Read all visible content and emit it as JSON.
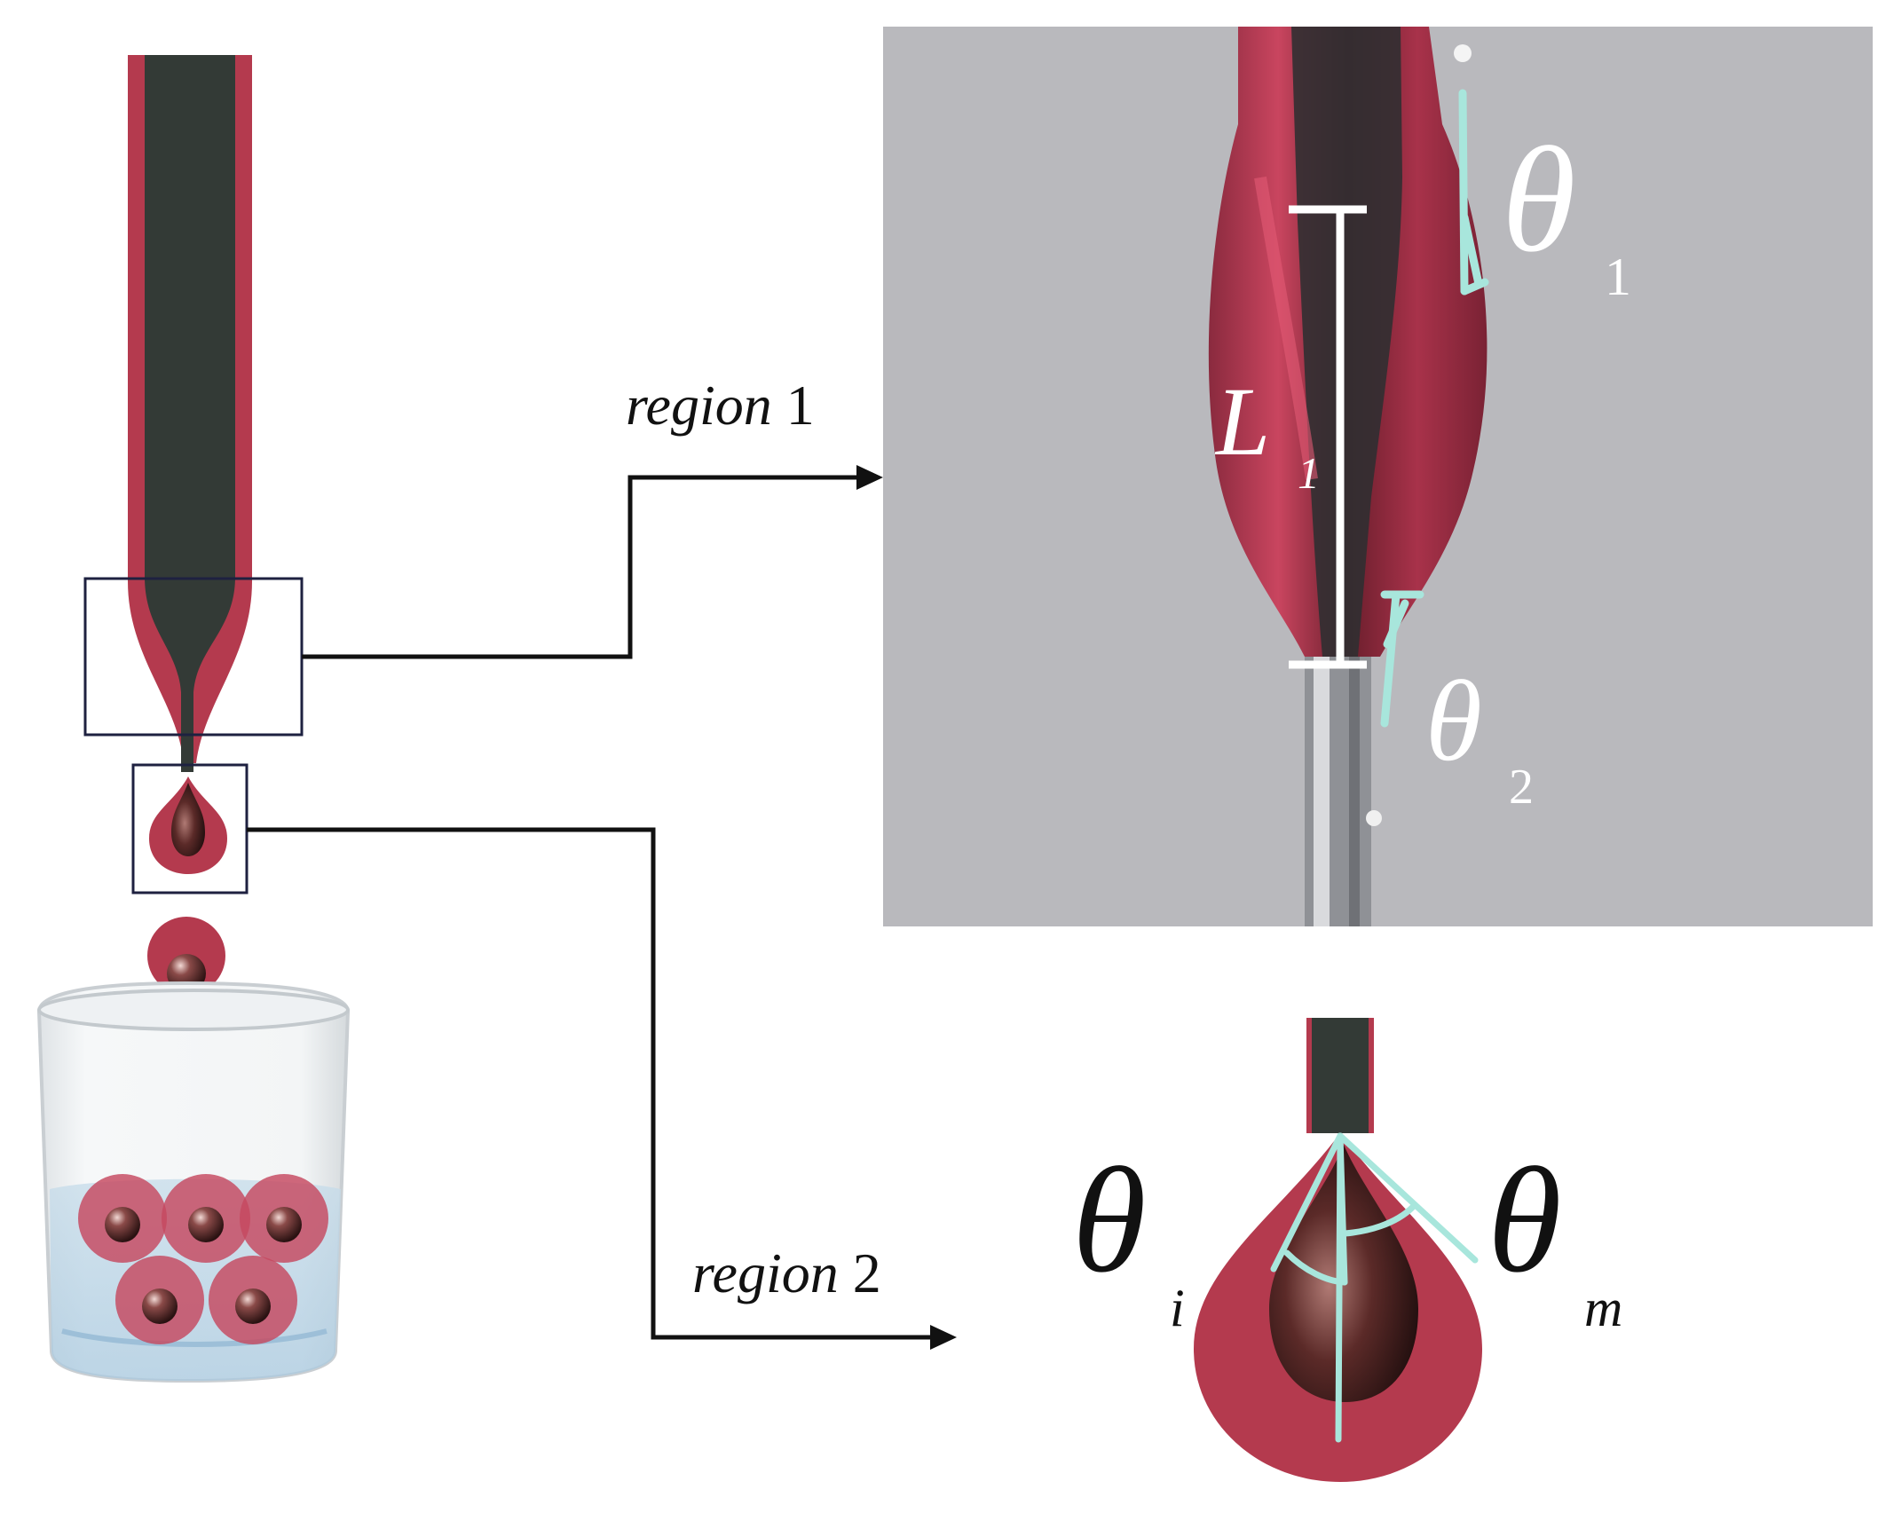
{
  "labels": {
    "region1_word": "region",
    "region1_num": "1",
    "region2_word": "region",
    "region2_num": "2",
    "L_main": "L",
    "L_sub": "1",
    "theta1_main": "θ",
    "theta1_sub": "1",
    "theta2_main": "θ",
    "theta2_sub": "2",
    "thetai_main": "θ",
    "thetai_sub": "i",
    "thetam_main": "θ",
    "thetam_sub": "m"
  },
  "colors": {
    "sheath": "#b43a4e",
    "core": "#333a36",
    "photo_bg": "#b9b9bd",
    "guide": "#a8e6dc",
    "frame": "#1e2140",
    "arrow": "#111111",
    "bead": "#5a2a2a",
    "water": "#cfe3ee"
  }
}
